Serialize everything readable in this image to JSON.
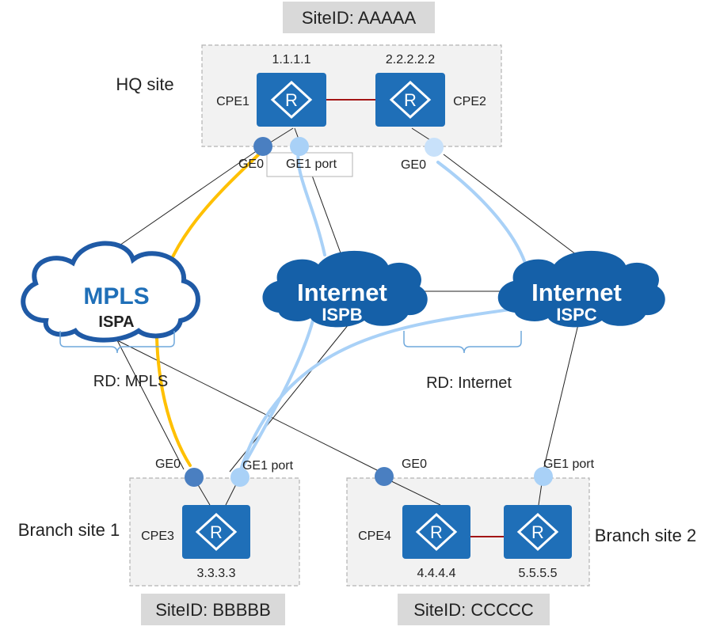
{
  "hq": {
    "site_id_label": "SiteID: AAAAA",
    "site_name": "HQ site",
    "cpe1": {
      "name": "CPE1",
      "ip": "1.1.1.1",
      "glyph": "R"
    },
    "cpe2": {
      "name": "CPE2",
      "ip": "2.2.2.2.2",
      "glyph": "R"
    },
    "cpe1_port0": "GE0",
    "cpe1_port1": "GE1 port",
    "cpe2_port0": "GE0"
  },
  "clouds": {
    "mpls": {
      "title": "MPLS",
      "subtitle": "ISPA"
    },
    "ispb": {
      "title": "Internet",
      "subtitle": "ISPB"
    },
    "ispc": {
      "title": "Internet",
      "subtitle": "ISPC"
    }
  },
  "routing_domains": {
    "mpls": "RD: MPLS",
    "internet": "RD: Internet"
  },
  "branch1": {
    "site_id_label": "SiteID: BBBBB",
    "site_name": "Branch site 1",
    "cpe3": {
      "name": "CPE3",
      "ip": "3.3.3.3",
      "glyph": "R"
    },
    "port0": "GE0",
    "port1": "GE1 port"
  },
  "branch2": {
    "site_id_label": "SiteID: CCCCC",
    "site_name": "Branch site 2",
    "cpe4": {
      "name": "CPE4",
      "ip": "4.4.4.4",
      "glyph": "R"
    },
    "cpe5": {
      "ip": "5.5.5.5",
      "glyph": "R"
    },
    "port0": "GE0",
    "port1": "GE1 port"
  },
  "colors": {
    "router": "#1f6fb8",
    "cloud": "#1560a8",
    "mpls_link": "#ffc000",
    "internet_link": "#a9d1f7",
    "router_peer_link": "#a31515",
    "port_mpls": "#4a7fc1",
    "port_internet": "#a9d1f7",
    "site_bg": "#f2f2f2",
    "site_id_bg": "#d9d9d9"
  },
  "icons": {
    "router": "router-icon",
    "cloud": "cloud-icon",
    "port": "port-icon"
  }
}
